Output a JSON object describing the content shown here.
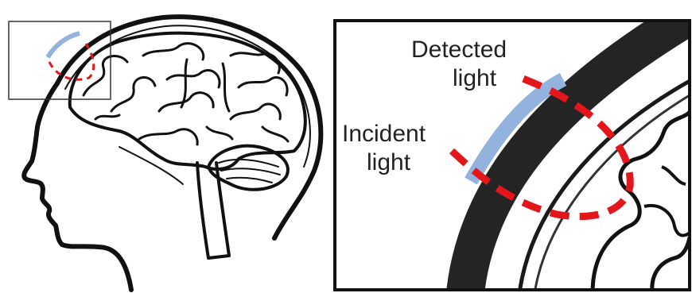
{
  "labels": {
    "detected_line1": "Detected",
    "detected_line2": "light",
    "incident_line1": "Incident",
    "incident_line2": "light"
  },
  "colors": {
    "path_dash": "#e3161b",
    "detector_band": "#93b3de",
    "ink": "#111111",
    "background": "#ffffff"
  }
}
